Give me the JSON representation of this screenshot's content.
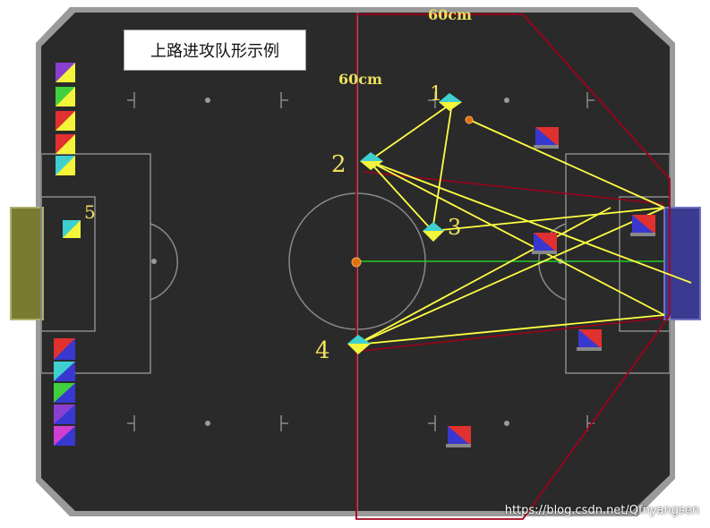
{
  "title": "上路进攻队形示例",
  "dimension_labels": {
    "top": "60cm",
    "left": "60cm"
  },
  "robot_labels": [
    "1",
    "2",
    "3",
    "4",
    "5"
  ],
  "watermark": "https://blog.csdn.net/Qfnyangsen",
  "colors": {
    "field": "#2a2a2a",
    "wall": "#9a9a9a",
    "field_lines": "#8a8a8a",
    "attack_zone": "#a00018",
    "pass_lines": "#ffff44",
    "center_line": "#22cc22",
    "ball": "#e07010",
    "left_goal": "#7a7a30",
    "right_goal": "#3a3a90"
  }
}
